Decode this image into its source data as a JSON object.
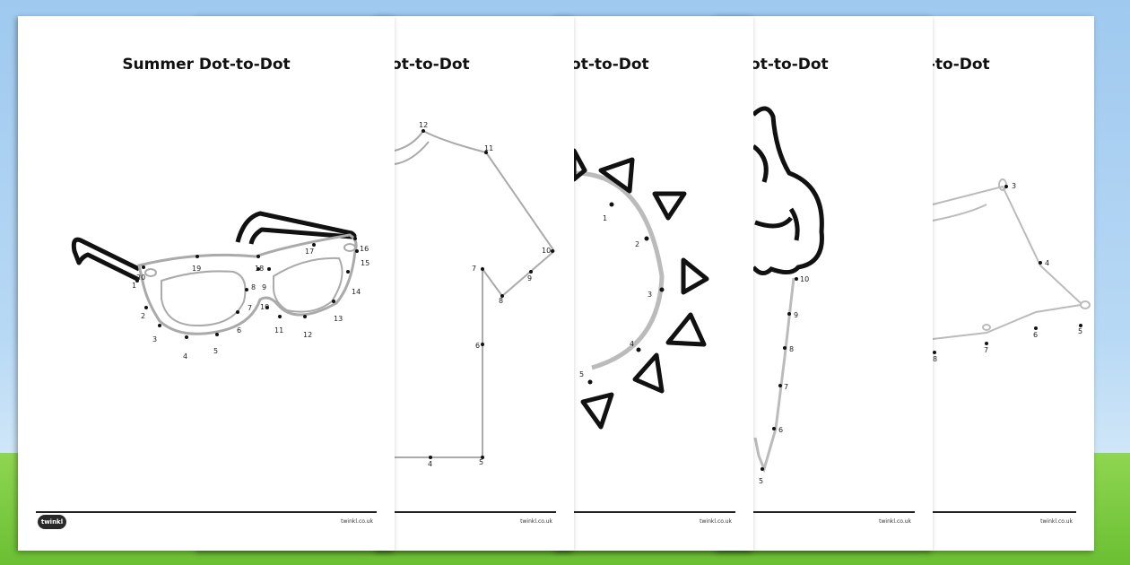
{
  "sheets": [
    {
      "title": "Summer Dot-to-Dot",
      "url": "twinkl.co.uk",
      "logo": "twinkl"
    },
    {
      "title": "Summer Dot-to-Dot",
      "url": "twinkl.co.uk"
    },
    {
      "title": "Summer Dot-to-Dot",
      "url": "twinkl.co.uk"
    },
    {
      "title": "Summer Dot-to-Dot",
      "url": "twinkl.co.uk"
    },
    {
      "title": "Summer Dot-to-Dot",
      "url": "twinkl.co.uk"
    }
  ],
  "pictures": [
    "sunglasses",
    "t-shirt",
    "sun",
    "ice-cream",
    "shorts"
  ]
}
